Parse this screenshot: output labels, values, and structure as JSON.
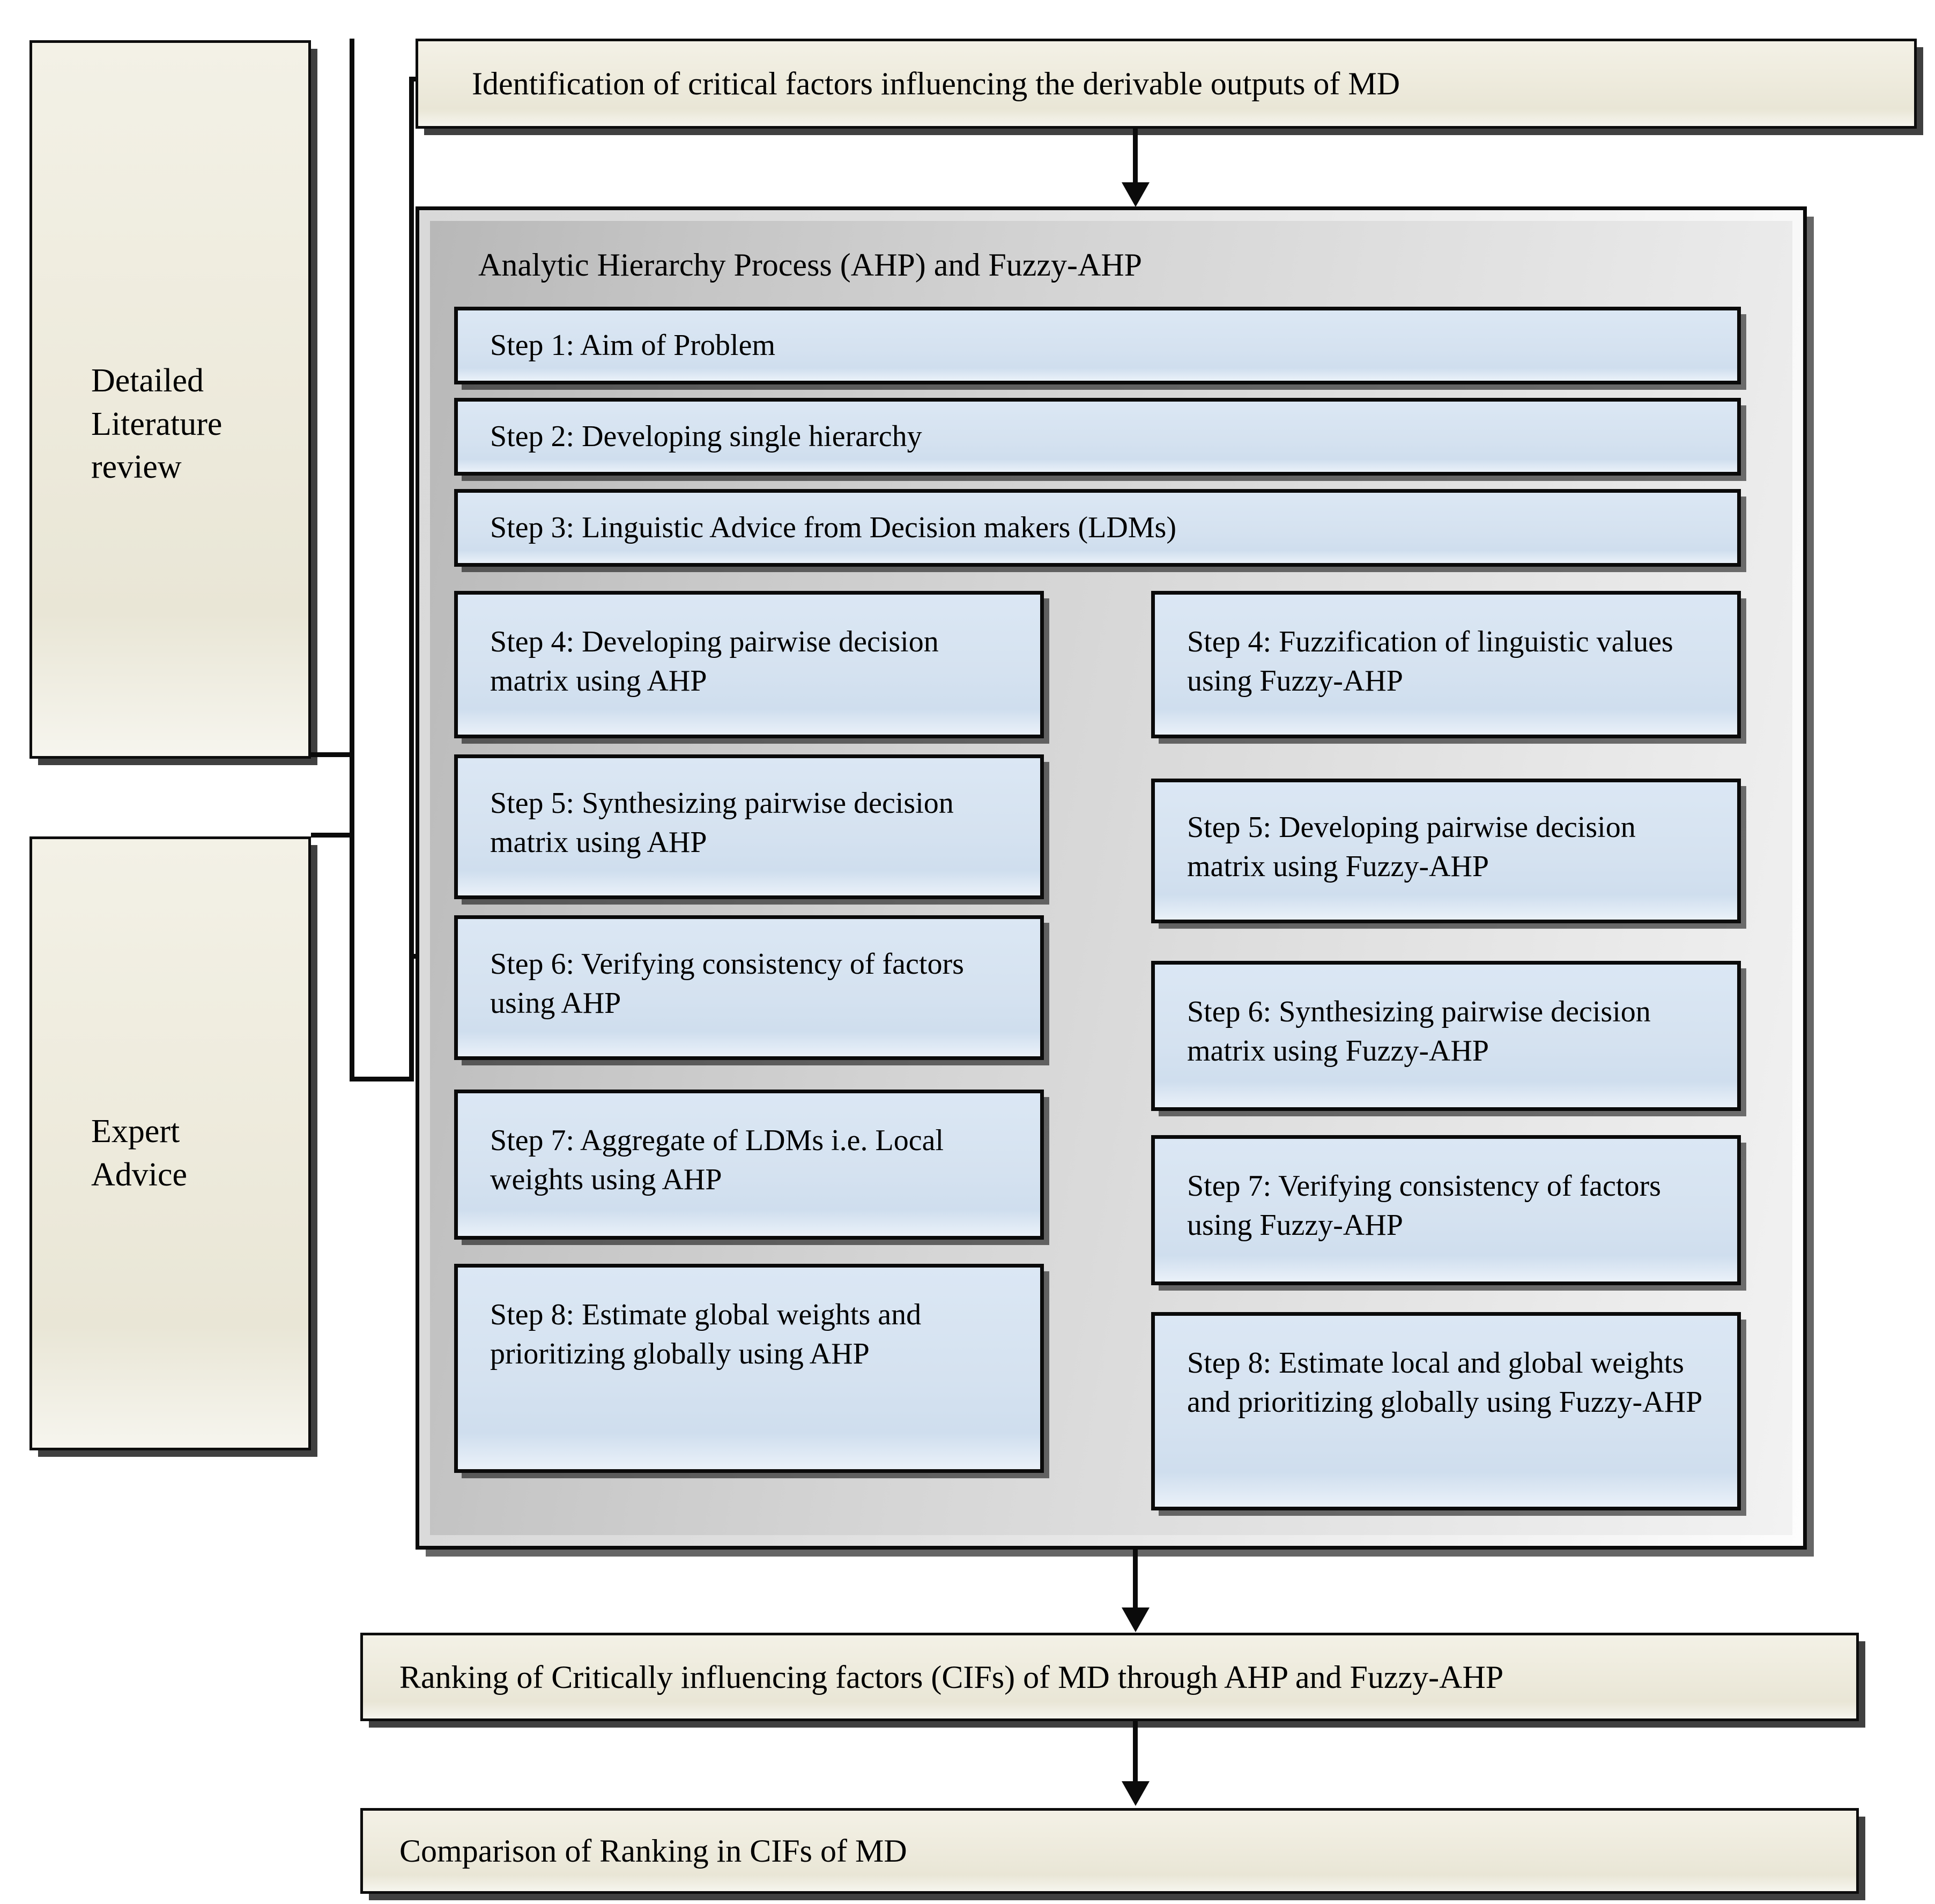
{
  "diagram": {
    "title": "AHP and Fuzzy-AHP methodology flowchart",
    "colors": {
      "cream_fill": "#EEEBDD",
      "blue_fill": "#D5E2F0",
      "gray_panel": "#D5D5D5",
      "outline": "#0A0A0A",
      "background": "#FFFFFF"
    }
  },
  "inputs": {
    "literature": {
      "lines": [
        "Detailed",
        "Literature",
        "review"
      ],
      "text": "Detailed Literature review"
    },
    "expert": {
      "lines": [
        "Expert",
        "Advice"
      ],
      "text": "Expert Advice"
    }
  },
  "top": {
    "identification": "Identification of critical factors influencing the derivable outputs of MD"
  },
  "ahp_container": {
    "header": "Analytic Hierarchy Process (AHP) and Fuzzy-AHP",
    "shared_steps": [
      "Step 1: Aim of Problem",
      "Step 2: Developing single hierarchy",
      "Step 3: Linguistic  Advice from Decision makers (LDMs)"
    ],
    "left_column": {
      "method": "AHP",
      "steps": [
        "Step 4: Developing pairwise decision matrix using AHP",
        "Step 5: Synthesizing pairwise decision matrix using AHP",
        "Step 6: Verifying consistency of factors using AHP",
        "Step 7: Aggregate  of LDMs i.e. Local weights using AHP",
        "Step 8: Estimate global weights and prioritizing globally using AHP"
      ]
    },
    "right_column": {
      "method": "Fuzzy-AHP",
      "steps": [
        "Step 4: Fuzzification of linguistic values using Fuzzy-AHP",
        "Step 5: Developing pairwise decision matrix using Fuzzy-AHP",
        "Step 6: Synthesizing pairwise decision matrix using Fuzzy-AHP",
        "Step 7: Verifying consistency of factors using Fuzzy-AHP",
        "Step 8: Estimate local and global weights and prioritizing globally using Fuzzy-AHP"
      ]
    }
  },
  "outputs": {
    "ranking": "Ranking of Critically  influencing factors (CIFs) of MD through AHP and Fuzzy-AHP",
    "comparison": "Comparison of Ranking in CIFs of MD"
  }
}
